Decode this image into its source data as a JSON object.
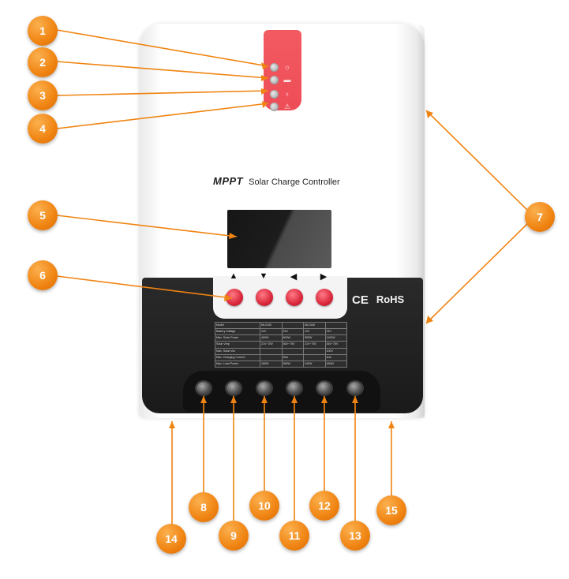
{
  "device": {
    "title_brand": "MPPT",
    "title_rest": "Solar Charge Controller",
    "cert_ce": "CE",
    "cert_rohs": "RoHS",
    "led_symbols": [
      "☼",
      "▬",
      "♁",
      "⚠"
    ],
    "arrows": [
      "▲",
      "▼",
      "◀",
      "▶"
    ]
  },
  "spec_table": {
    "rows": [
      [
        "Model",
        "ML2430",
        "",
        "ML2440",
        ""
      ],
      [
        "Battery Voltage",
        "12V",
        "24V",
        "12V",
        "24V"
      ],
      [
        "Max. Solar Power",
        "400W",
        "800W",
        "550W",
        "1100W"
      ],
      [
        "Solar Vmp",
        "21V~25V",
        "36V~75V",
        "21V~75V",
        "36V~75V"
      ],
      [
        "Max. Solar Voc",
        "",
        "",
        "",
        "100V"
      ],
      [
        "Max. Charging Current",
        "",
        "30A",
        "",
        "40A"
      ],
      [
        "Max. Load Power",
        "180W",
        "360W",
        "240W",
        "480W"
      ]
    ]
  },
  "callouts": [
    "1",
    "2",
    "3",
    "4",
    "5",
    "6",
    "7",
    "8",
    "9",
    "10",
    "11",
    "12",
    "13",
    "14",
    "15"
  ],
  "colors": {
    "callout": "#f08412",
    "led_panel": "#ee4d57",
    "button": "#d9273a",
    "base": "#1c1c1c"
  }
}
